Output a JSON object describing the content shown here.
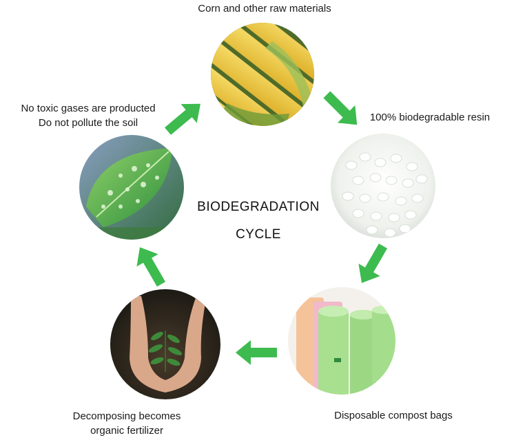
{
  "center": {
    "line1": "BIODEGRADATION",
    "line2": "CYCLE"
  },
  "stages": {
    "corn": {
      "label": "Corn and other raw materials"
    },
    "resin": {
      "label": "100% biodegradable resin"
    },
    "bags": {
      "label": "Disposable compost bags"
    },
    "fertilizer": {
      "line1": "Decomposing becomes",
      "line2": "organic fertilizer"
    },
    "soil": {
      "line1": "No toxic gases are producted",
      "line2": "Do not pollute the soil"
    }
  },
  "colors": {
    "arrow": "#3dbb4f"
  },
  "icons": [
    "corn-photo",
    "resin-pellets-photo",
    "compost-bags-photo",
    "hands-seedling-photo",
    "leaf-water-photo"
  ]
}
